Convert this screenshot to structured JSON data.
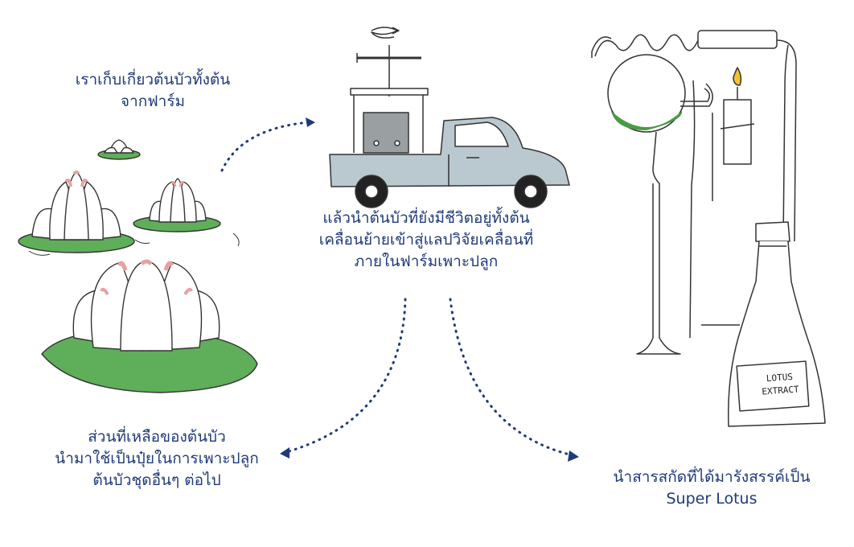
{
  "captions": {
    "harvest": [
      "เราเก็บเกี่ยวต้นบัวทั้งต้น",
      "จากฟาร์ม"
    ],
    "transport": [
      "แล้วนำต้นบัวที่ยังมีชีวิตอยู่ทั้งต้น",
      "เคลื่อนย้ายเข้าสู่แลปวิจัยเคลื่อนที่",
      "ภายในฟาร์มเพาะปลูก"
    ],
    "fertilizer": [
      "ส่วนที่เหลือของต้นบัว",
      "นำมาใช้เป็นปุ๋ยในการเพาะปลูก",
      "ต้นบัวชุดอื่นๆ ต่อไป"
    ],
    "extract": [
      "นำสารสกัดที่ได้มารังสรรค์เป็น",
      "Super Lotus"
    ]
  },
  "flask_label": [
    "LOTUS",
    "EXTRACT"
  ],
  "colors": {
    "text": "#1f3a78",
    "arrow": "#1f3a78",
    "truck": "#b9c9cf",
    "leaf": "#5fae5a",
    "petal_tip": "#e8a0a0",
    "liquid": "#4a9a46",
    "flame": "#f2c230"
  },
  "icons": [
    "lotus-flower-icon",
    "pickup-truck-icon",
    "distillation-apparatus-icon",
    "flask-icon",
    "candle-icon"
  ]
}
